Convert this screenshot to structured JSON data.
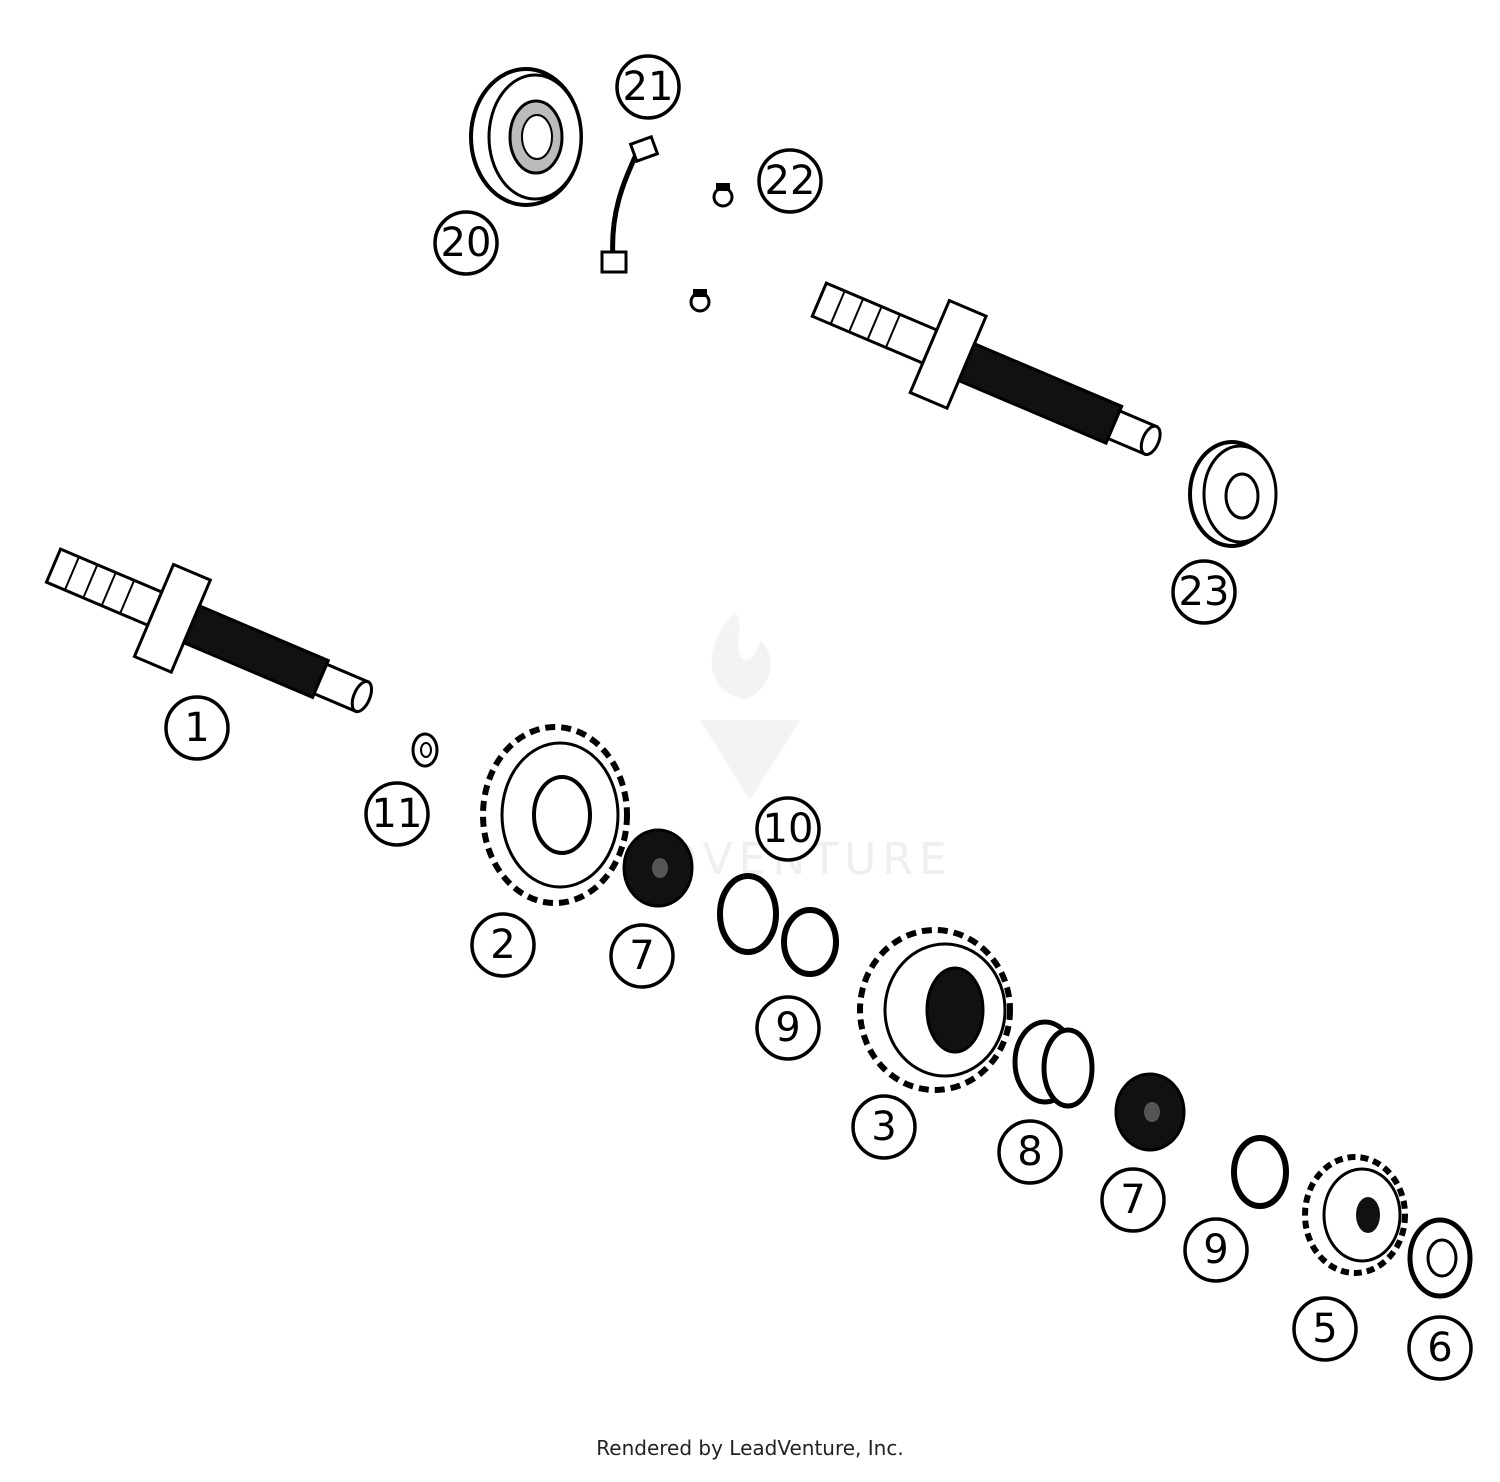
{
  "diagram": {
    "title": "",
    "watermark_text": "ADVENTURE",
    "callouts": [
      {
        "id": "1",
        "label": "1"
      },
      {
        "id": "2",
        "label": "2"
      },
      {
        "id": "3",
        "label": "3"
      },
      {
        "id": "5",
        "label": "5"
      },
      {
        "id": "6",
        "label": "6"
      },
      {
        "id": "7a",
        "label": "7"
      },
      {
        "id": "7b",
        "label": "7"
      },
      {
        "id": "8",
        "label": "8"
      },
      {
        "id": "9a",
        "label": "9"
      },
      {
        "id": "9b",
        "label": "9"
      },
      {
        "id": "10",
        "label": "10"
      },
      {
        "id": "11",
        "label": "11"
      },
      {
        "id": "20",
        "label": "20"
      },
      {
        "id": "21",
        "label": "21"
      },
      {
        "id": "22",
        "label": "22"
      },
      {
        "id": "23",
        "label": "23"
      }
    ]
  },
  "footer": {
    "credit": "Rendered by LeadVenture, Inc."
  }
}
